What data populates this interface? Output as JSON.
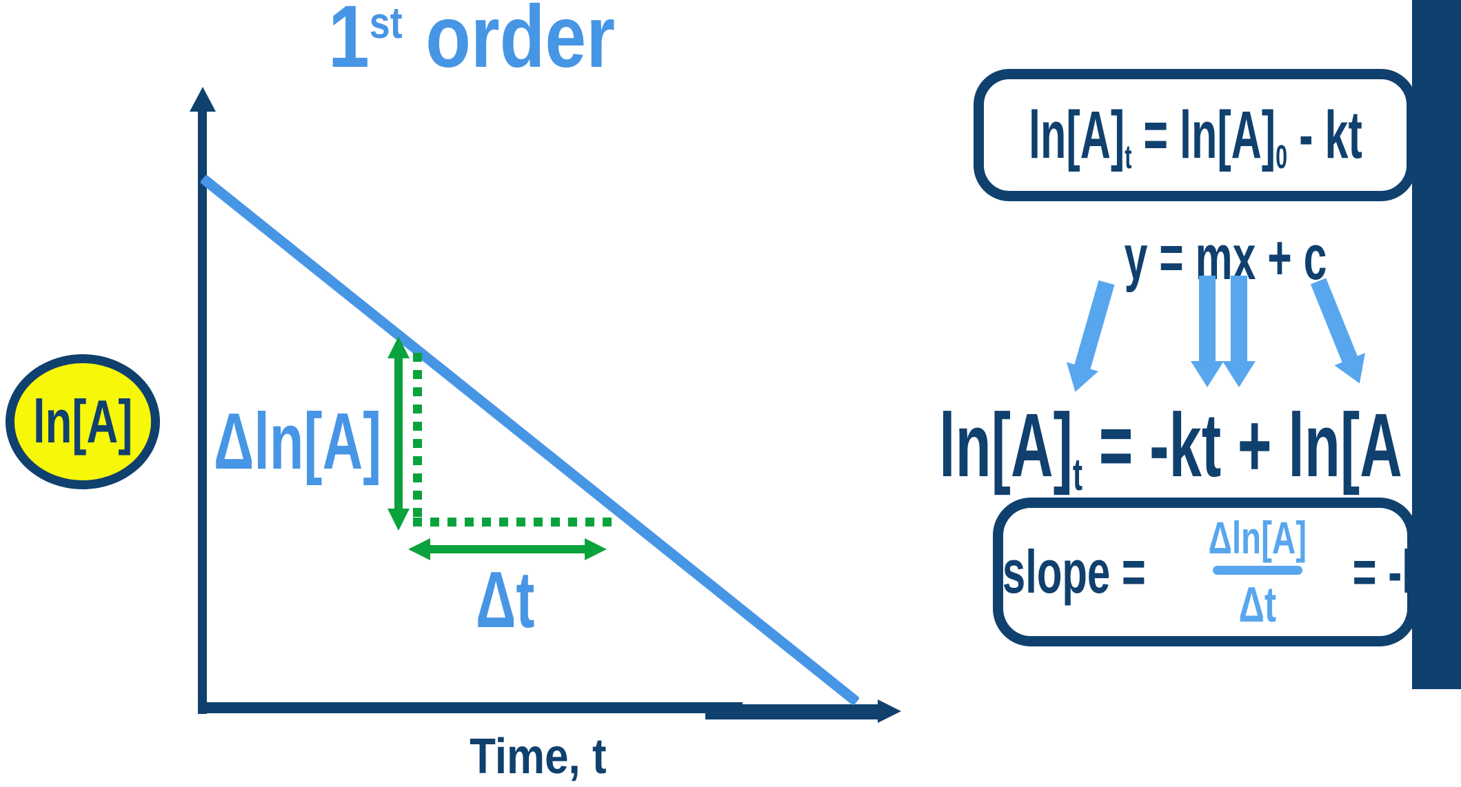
{
  "colors": {
    "navy": "#10406e",
    "blue": "#4795e5",
    "light_blue": "#58a6ee",
    "green": "#0aa23c",
    "yellow": "#f7f70a",
    "background": "#ffffff"
  },
  "title": {
    "number": "1",
    "superscript": "st",
    "word": "order"
  },
  "graph": {
    "y_axis_oval_label": "ln[A]",
    "x_axis_label": "Time, t",
    "delta_y_label": "Δln[A]",
    "delta_x_label": "Δt",
    "line_trend": "straight descending line from top-left to bottom-right"
  },
  "equations": {
    "integrated_law": {
      "lead": "ln[A]",
      "sub_t": "t",
      "mid": " = ln[A]",
      "sub_0": "0",
      "tail": " - kt"
    },
    "linear_form": "y = mx + c",
    "rearranged": {
      "lead": "ln[A]",
      "sub_t": "t",
      "tail": " = -kt + ln[A"
    },
    "slope": {
      "lead": "slope =",
      "numerator": "Δln[A]",
      "denominator": "Δt",
      "tail": "= -k"
    }
  }
}
